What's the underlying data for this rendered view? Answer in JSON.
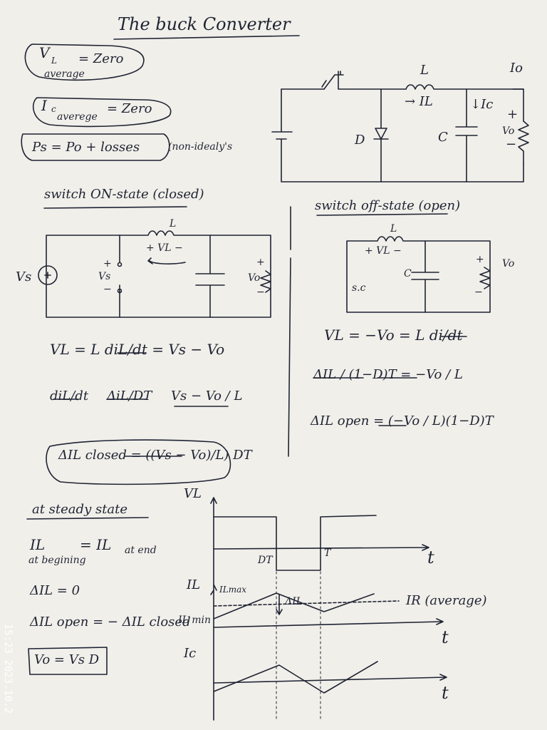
{
  "notes": {
    "title": "The buck Converter",
    "boxes": {
      "vl_avg": {
        "lhs": "V",
        "sub": "L",
        "eq": "= Zero",
        "below": "average"
      },
      "ic_avg": {
        "lhs": "I",
        "sub": "c",
        "below": "averege",
        "eq": "= Zero"
      },
      "ps": {
        "text": "Ps = Po + losses",
        "tail": "(non-idealy's"
      }
    },
    "top_circuit": {
      "L": "L",
      "Io": "Io",
      "IL": "→ IL",
      "Ic": "↓Ic",
      "plus": "+",
      "Vo": "Vo",
      "minus": "−",
      "D": "D",
      "C": "C"
    },
    "on_state": {
      "heading": "switch ON-state (closed)",
      "L": "L",
      "VL": "+ VL −",
      "Vs": "Vs",
      "vs_plus": "+",
      "vs_label": "Vs",
      "vs_minus": "−",
      "vo_plus": "+",
      "Vo": "Vo",
      "vo_minus": "−",
      "eq1": "VL = L diL/dt = Vs − Vo",
      "eq2_lhs": "diL/dt",
      "eq2_mid": "ΔiL/DT",
      "eq2_rhs": "Vs − Vo / L",
      "eq3": "ΔIL closed = ((Vs − Vo)/L) DT"
    },
    "off_state": {
      "heading": "switch off-state (open)",
      "L": "L",
      "VL": "+ VL −",
      "sc": "s.c",
      "C": "C",
      "vo_plus": "+",
      "Vo": "Vo",
      "vo_minus": "−",
      "eq1": "VL = −Vo = L di/dt",
      "eq2": "ΔIL / (1−D)T = −Vo / L",
      "eq3": "ΔIL open = (−Vo / L)(1−D)T"
    },
    "steady": {
      "heading": "at steady state",
      "line1_a": "IL",
      "line1_b": "= IL",
      "line1_c": "at end",
      "line1_sub": "at begining",
      "line2": "ΔIL = 0",
      "line3": "ΔIL open = − ΔIL closed",
      "line4": "Vo = Vs D"
    },
    "graphs": {
      "vl_label": "VL",
      "dt": "DT",
      "T": "T",
      "t1": "t",
      "il_label": "IL",
      "il_max": "ILmax",
      "delta_il": "ΔIL",
      "ir_avg": "IR (average)",
      "il_min": "IL min",
      "t2": "t",
      "ic_label": "Ic",
      "t3": "t"
    },
    "timestamp": "15:23 2023.10.2"
  },
  "colors": {
    "ink": "#1f2433",
    "paper": "#f1efea"
  }
}
